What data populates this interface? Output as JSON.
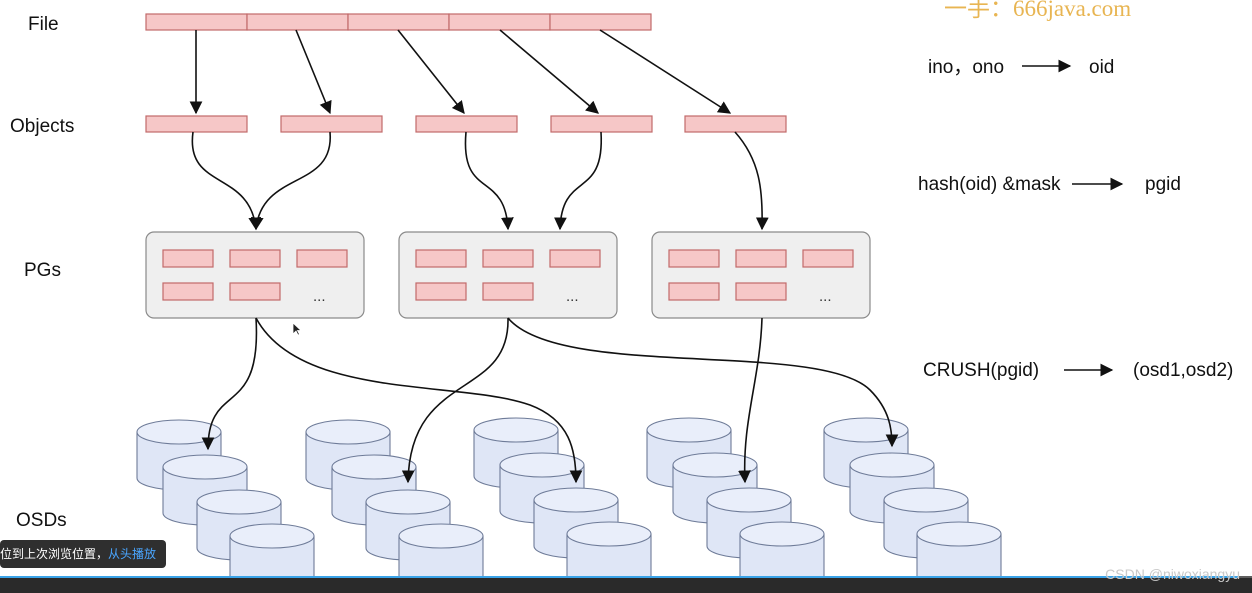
{
  "watermark_top": "一手：666java.com",
  "rows": {
    "file": "File",
    "objects": "Objects",
    "pgs": "PGs",
    "osds": "OSDs"
  },
  "formulas": {
    "line1_left": "ino，ono",
    "line1_right": "oid",
    "line2_left": "hash(oid) &mask",
    "line2_right": "pgid",
    "line3_left": "CRUSH(pgid)",
    "line3_right": "(osd1,osd2)"
  },
  "pg_ellipsis": "...",
  "colors": {
    "object_fill": "#f6c7c7",
    "object_stroke": "#c26a6a",
    "pg_fill": "#efefef",
    "osd_fill": "#dfe6f6",
    "progress": "#3aa3e8"
  },
  "player": {
    "toast_text": "位到上次浏览位置，",
    "toast_link": "从头播放",
    "progress_fraction": 0.99,
    "csdn_watermark": "CSDN @niwoxiangyu"
  }
}
